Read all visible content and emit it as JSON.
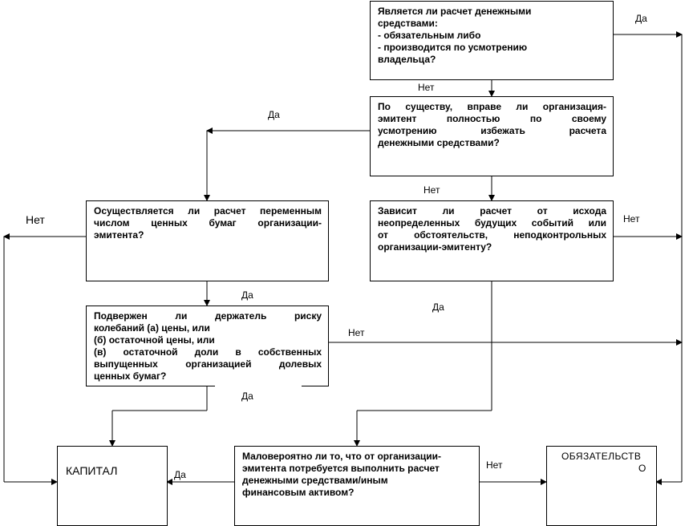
{
  "diagram": {
    "q1": {
      "lines": [
        "Является ли расчет денежными",
        "средствами:",
        "- обязательным  либо",
        "- производится по усмотрению",
        "владельца?"
      ]
    },
    "q2": {
      "lines": [
        "По существу, вправе ли организация-",
        "эмитент   полностью   по   своему",
        "усмотрению    избежать    расчета",
        "денежными средствами?"
      ]
    },
    "q3": {
      "lines": [
        "Зависит   ли   расчет   от   исхода",
        "неопределенных будущих событий или",
        "от   обстоятельств,   неподконтрольных",
        "организации-эмитенту?"
      ]
    },
    "q4": {
      "lines": [
        "Осуществляется ли расчет переменным",
        "числом  ценных  бумаг  организации-",
        "эмитента?"
      ]
    },
    "q5": {
      "lines": [
        "Подвержен   ли   держатель   риску",
        "колебаний (а) цены, или",
        "(б) остаточной цены, или",
        "(в)  остаточной  доли  в  собственных",
        "выпущенных   организацией   долевых",
        "ценных бумаг?"
      ]
    },
    "q6": {
      "lines": [
        "Маловероятно ли то, что от организации-",
        "эмитента потребуется выполнить расчет",
        "денежными средствами/иным",
        "финансовым активом?"
      ]
    },
    "equity": {
      "label": "КАПИТАЛ"
    },
    "liability": {
      "line1": "ОБЯЗАТЕЛЬСТВ",
      "line2": "О"
    },
    "labels": {
      "q1_yes": "Да",
      "q1_no": "Нет",
      "q2_yes": "Да",
      "q2_no": "Нет",
      "q3_no": "Нет",
      "q3_yes": "Да",
      "q4_no": "Нет",
      "q4_yes": "Да",
      "q5_no": "Нет",
      "q5_yes": "Да",
      "q6_yes": "Да",
      "q6_no": "Нет"
    }
  }
}
